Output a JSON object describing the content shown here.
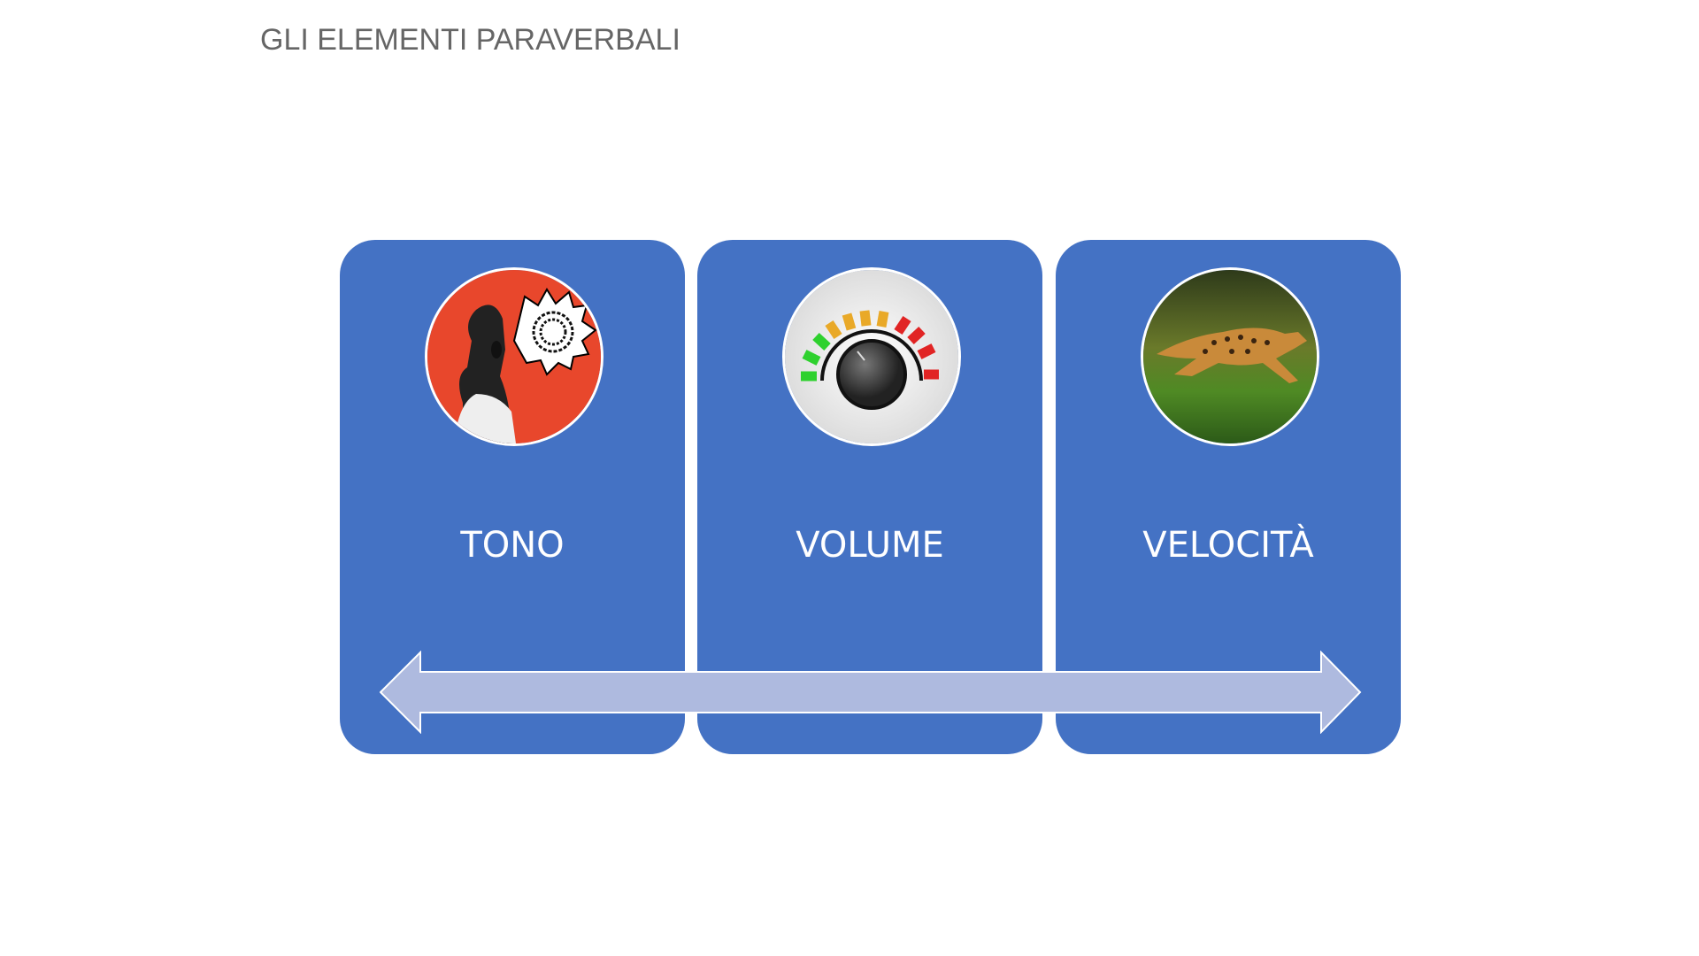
{
  "title": "GLI ELEMENTI PARAVERBALI",
  "cards": [
    {
      "label": "TONO",
      "icon": "screaming-girl-image"
    },
    {
      "label": "VOLUME",
      "icon": "volume-knob-image"
    },
    {
      "label": "VELOCITÀ",
      "icon": "cheetah-image"
    }
  ],
  "colors": {
    "card": "#4472c4",
    "arrow": "#aebadf",
    "title": "#666666"
  }
}
